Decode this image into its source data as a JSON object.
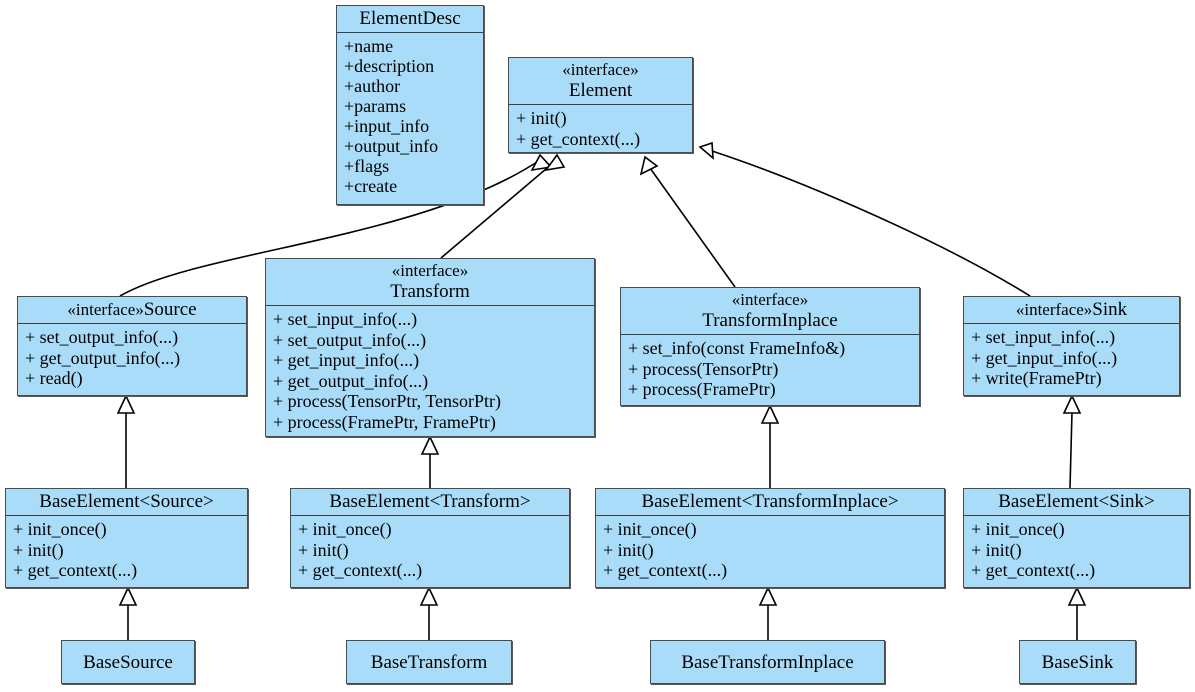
{
  "diagram": {
    "type": "uml-class-diagram",
    "background": "#ffffff",
    "node_fill": "#a9dcf8",
    "node_border": "#4b4b4b",
    "text_color": "#000000"
  },
  "nodes": {
    "element_desc": {
      "name": "ElementDesc",
      "attributes": [
        "+name",
        "+description",
        "+author",
        "+params",
        "+input_info",
        "+output_info",
        "+flags",
        "+create"
      ]
    },
    "element": {
      "stereotype": "«interface»",
      "name": "Element",
      "operations": [
        "+ init()",
        "+ get_context(...)"
      ]
    },
    "source": {
      "stereotype": "«interface»",
      "name": "Source",
      "operations": [
        "+ set_output_info(...)",
        "+ get_output_info(...)",
        "+ read()"
      ]
    },
    "transform": {
      "stereotype": "«interface»",
      "name": "Transform",
      "operations": [
        "+ set_input_info(...)",
        "+ set_output_info(...)",
        "+ get_input_info(...)",
        "+ get_output_info(...)",
        "+ process(TensorPtr, TensorPtr)",
        "+ process(FramePtr, FramePtr)"
      ]
    },
    "transform_inplace": {
      "stereotype": "«interface»",
      "name": "TransformInplace",
      "operations": [
        "+ set_info(const FrameInfo&)",
        "+ process(TensorPtr)",
        "+ process(FramePtr)"
      ]
    },
    "sink": {
      "stereotype": "«interface»",
      "name": "Sink",
      "operations": [
        "+ set_input_info(...)",
        "+ get_input_info(...)",
        "+ write(FramePtr)"
      ]
    },
    "base_element_source": {
      "name": "BaseElement<Source>",
      "operations": [
        "+ init_once()",
        "+ init()",
        "+ get_context(...)"
      ]
    },
    "base_element_transform": {
      "name": "BaseElement<Transform>",
      "operations": [
        "+ init_once()",
        "+ init()",
        "+ get_context(...)"
      ]
    },
    "base_element_transform_inplace": {
      "name": "BaseElement<TransformInplace>",
      "operations": [
        "+ init_once()",
        "+ init()",
        "+ get_context(...)"
      ]
    },
    "base_element_sink": {
      "name": "BaseElement<Sink>",
      "operations": [
        "+ init_once()",
        "+ init()",
        "+ get_context(...)"
      ]
    },
    "base_source": {
      "name": "BaseSource"
    },
    "base_transform": {
      "name": "BaseTransform"
    },
    "base_transform_inplace": {
      "name": "BaseTransformInplace"
    },
    "base_sink": {
      "name": "BaseSink"
    }
  },
  "relationships": [
    {
      "from": "Source",
      "to": "Element",
      "type": "generalization"
    },
    {
      "from": "Transform",
      "to": "Element",
      "type": "generalization"
    },
    {
      "from": "TransformInplace",
      "to": "Element",
      "type": "generalization"
    },
    {
      "from": "Sink",
      "to": "Element",
      "type": "generalization"
    },
    {
      "from": "BaseElement<Source>",
      "to": "Source",
      "type": "generalization"
    },
    {
      "from": "BaseElement<Transform>",
      "to": "Transform",
      "type": "generalization"
    },
    {
      "from": "BaseElement<TransformInplace>",
      "to": "TransformInplace",
      "type": "generalization"
    },
    {
      "from": "BaseElement<Sink>",
      "to": "Sink",
      "type": "generalization"
    },
    {
      "from": "BaseSource",
      "to": "BaseElement<Source>",
      "type": "generalization"
    },
    {
      "from": "BaseTransform",
      "to": "BaseElement<Transform>",
      "type": "generalization"
    },
    {
      "from": "BaseTransformInplace",
      "to": "BaseElement<TransformInplace>",
      "type": "generalization"
    },
    {
      "from": "BaseSink",
      "to": "BaseElement<Sink>",
      "type": "generalization"
    }
  ]
}
